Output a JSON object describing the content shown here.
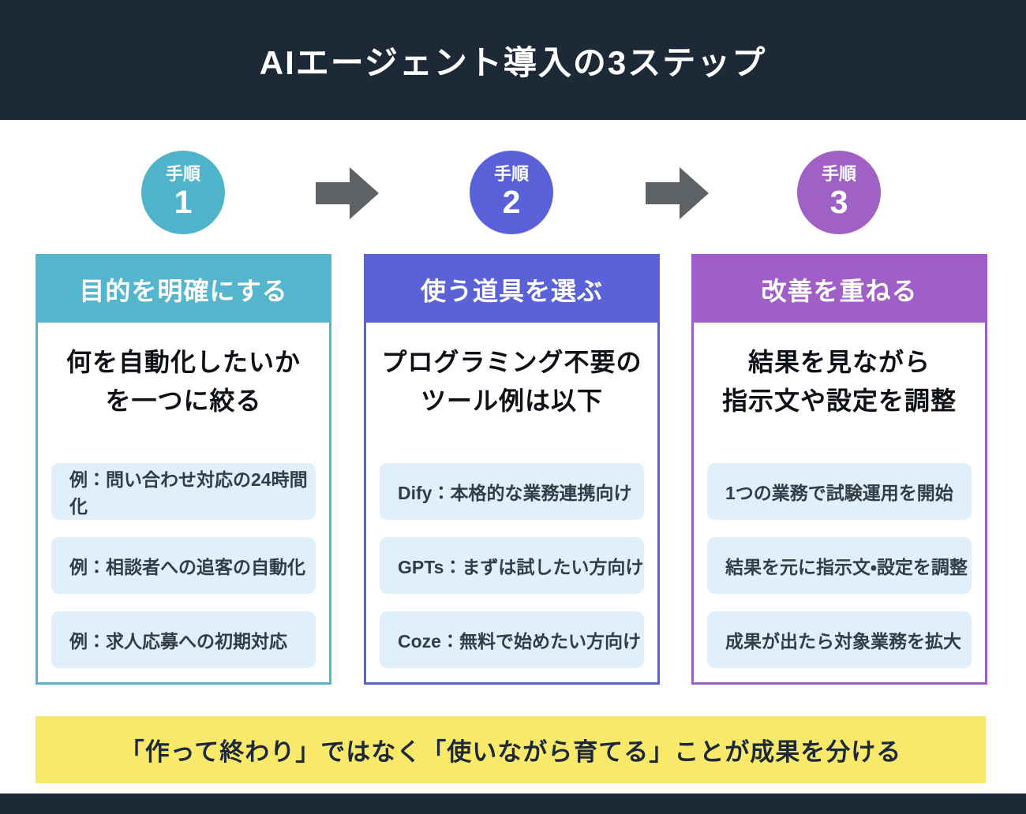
{
  "header": {
    "title": "AIエージェント導入の3ステップ"
  },
  "colors": {
    "navy": "#1e2937",
    "arrow_gray": "#5f6264",
    "item_bg": "#dff0fa",
    "note_yellow": "#f9e96a",
    "teal": "#4fb3ca",
    "indigo": "#5a61d8",
    "purple": "#a061c7"
  },
  "steps": [
    {
      "label": "手順",
      "number": "1",
      "accent": "#4fb3ca"
    },
    {
      "label": "手順",
      "number": "2",
      "accent": "#5a61d8"
    },
    {
      "label": "手順",
      "number": "3",
      "accent": "#a061c7"
    }
  ],
  "cards": [
    {
      "accent": "#55b5cc",
      "header": "目的を明確にする",
      "title_line1": "何を自動化したいか",
      "title_line2": "を一つに絞る",
      "items": [
        "例：問い合わせ対応の24時間化",
        "例：相談者への追客の自動化",
        "例：求人応募への初期対応"
      ]
    },
    {
      "accent": "#5b62d8",
      "header": "使う道具を選ぶ",
      "title_line1": "プログラミング不要の",
      "title_line2": "ツール例は以下",
      "items": [
        "Dify：本格的な業務連携向け",
        "GPTs：まずは試したい方向け",
        "Coze：無料で始めたい方向け"
      ]
    },
    {
      "accent": "#a05fc6",
      "header": "改善を重ねる",
      "title_line1": "結果を見ながら",
      "title_line2": "指示文や設定を調整",
      "items": [
        "1つの業務で試験運用を開始",
        "結果を元に指示文・設定を調整",
        "成果が出たら対象業務を拡大"
      ]
    }
  ],
  "note": {
    "text": "「作って終わり」ではなく「使いながら育てる」ことが成果を分ける"
  }
}
